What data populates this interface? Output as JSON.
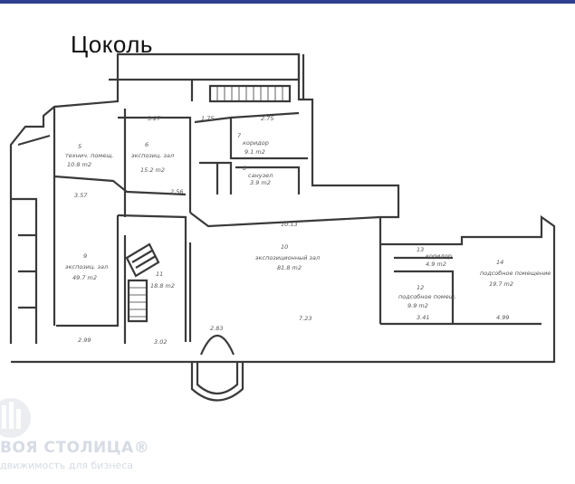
{
  "title": "Цоколь",
  "watermark": {
    "brand": "ВОЯ СТОЛИЦА®",
    "tagline": "движимость для бизнеса"
  },
  "rooms": [
    {
      "num": "5",
      "name": "технич. помещ.",
      "area": "10.8 m2"
    },
    {
      "num": "6",
      "name": "экспозиц. зал",
      "area": "15.2 m2"
    },
    {
      "num": "7",
      "name": "коридор",
      "area": "9.1 m2"
    },
    {
      "num": "8",
      "name": "санузел",
      "area": "3.9 m2"
    },
    {
      "num": "9",
      "name": "экспозиц. зал",
      "area": "49.7 m2"
    },
    {
      "num": "10",
      "name": "экспозиционный зал",
      "area": "81.8 m2"
    },
    {
      "num": "11",
      "name": "",
      "area": "18.8 m2"
    },
    {
      "num": "12",
      "name": "подсобное помещ.",
      "area": "9.9 m2"
    },
    {
      "num": "13",
      "name": "коридор",
      "area": "4.9 m2"
    },
    {
      "num": "14",
      "name": "подсобное помещение",
      "area": "19.7 m2"
    }
  ],
  "dimensions": [
    "3.27",
    "2.75",
    "1.75",
    "3.57",
    "2.56",
    "10.13",
    "2.99",
    "3.02",
    "2.83",
    "7.23",
    "3.41",
    "4.99"
  ],
  "colors": {
    "accent": "#2e3e8f",
    "ink": "#3a3a3a",
    "watermark": "#d6dbe4"
  }
}
